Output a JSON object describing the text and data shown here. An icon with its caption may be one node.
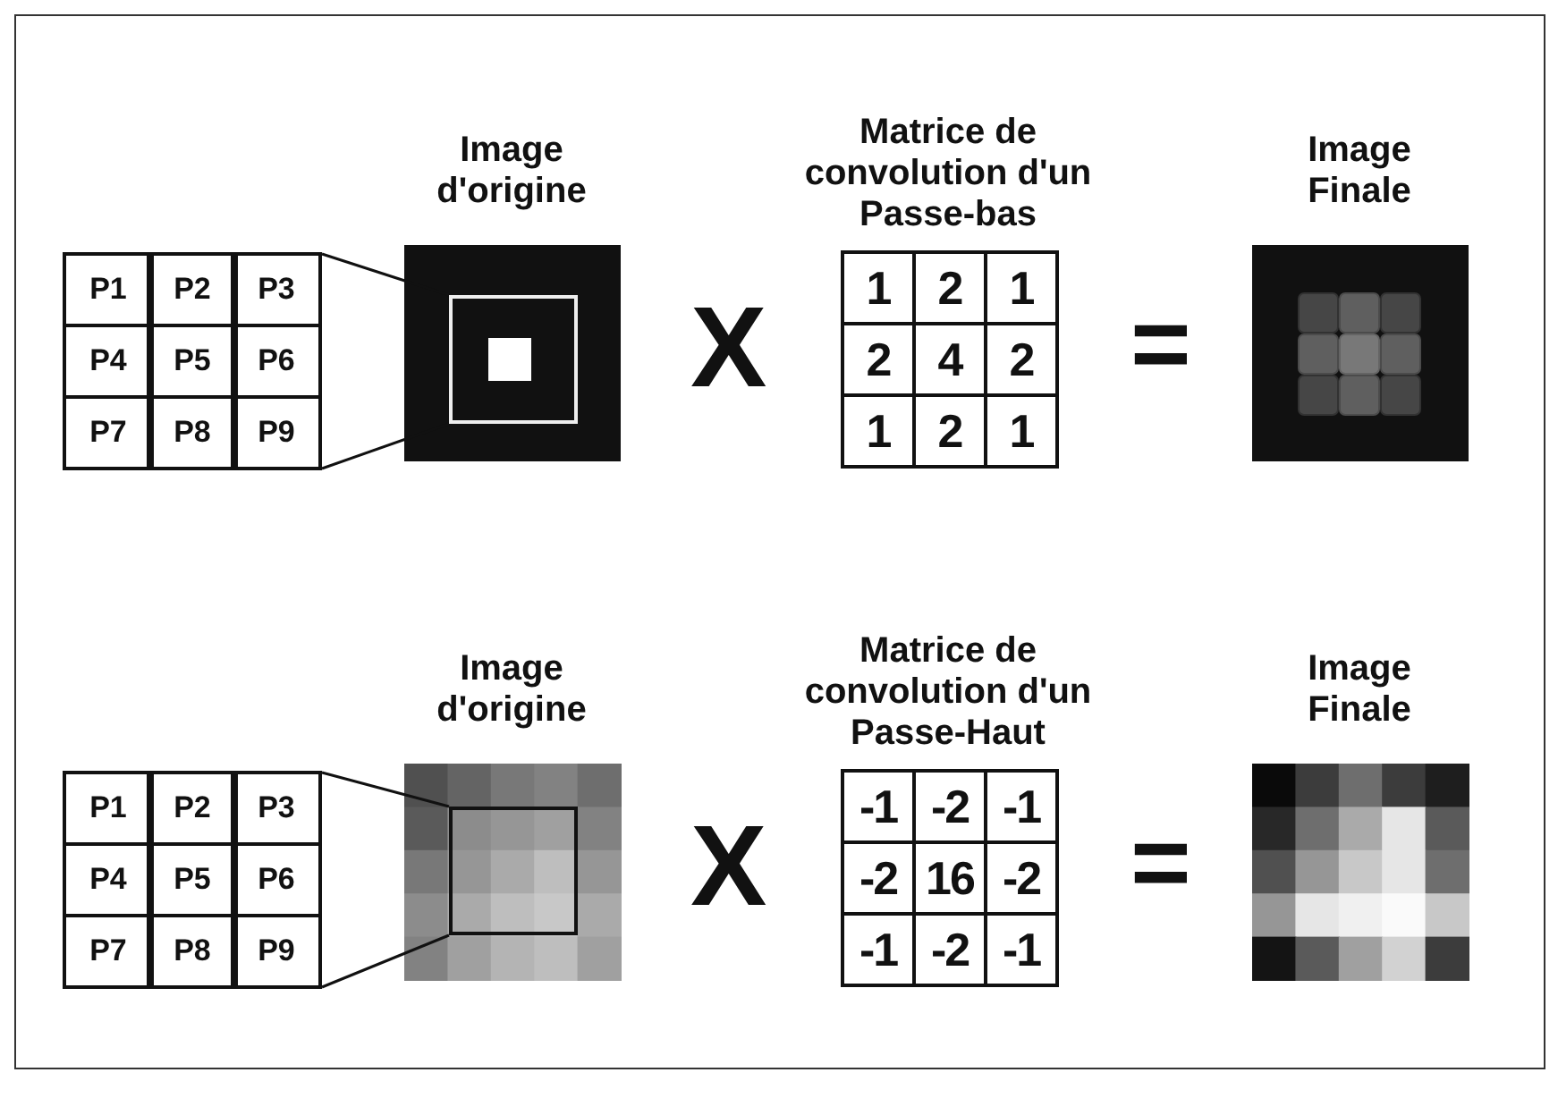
{
  "diagram": {
    "nodes": [
      {
        "text": [],
        "shape": "box"
      },
      {
        "text": [],
        "shape": "box"
      },
      {
        "text": [],
        "shape": "box"
      },
      {
        "text": [],
        "shape": "box"
      }
    ],
    "edges": [
      {
        "from": 0,
        "to": 1,
        "arrow": "none"
      },
      {
        "from": 0,
        "to": 1,
        "arrow": "none"
      },
      {
        "from": 2,
        "to": 3,
        "arrow": "none"
      },
      {
        "from": 2,
        "to": 3,
        "arrow": "none"
      }
    ],
    "labels": [
      "Image d'origine",
      "Matrice de convolution d'un Passe-bas",
      "Image Finale",
      "P1",
      "P2",
      "P3",
      "P4",
      "P5",
      "P6",
      "P7",
      "P8",
      "P9",
      "X",
      "1",
      "2",
      "1",
      "2",
      "4",
      "2",
      "1",
      "2",
      "1",
      "=",
      "Image d'origine",
      "Matrice de convolution d'un Passe-Haut",
      "Image Finale",
      "P1",
      "P2",
      "P3",
      "P4",
      "P5",
      "P6",
      "P7",
      "P8",
      "P9",
      "X",
      "-1",
      "-2",
      "-1",
      "-2",
      "16",
      "-2",
      "-1",
      "-2",
      "-1",
      "="
    ]
  }
}
